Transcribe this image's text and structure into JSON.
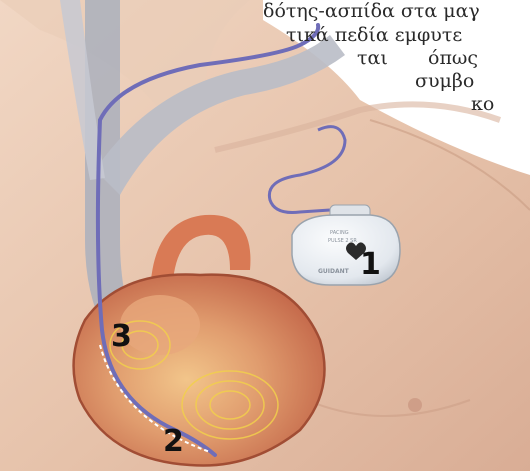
{
  "text_lines": [
    "δότης-ασπίδα στα μαγ",
    "τικά πεδία εμφυτε",
    "ται",
    "όπως",
    "συμβο",
    "κο"
  ],
  "device": {
    "engraving_1": "PACING",
    "engraving_2": "PULSE 2 SR",
    "brand": "GUIDANT"
  },
  "callouts": [
    "1",
    "2",
    "3"
  ],
  "colors": {
    "skin": "#e8c6b0",
    "vessel": "#b8b8c2",
    "heart": "#d98d66",
    "lead": "#7a78c0",
    "device": "#e9edf2"
  }
}
